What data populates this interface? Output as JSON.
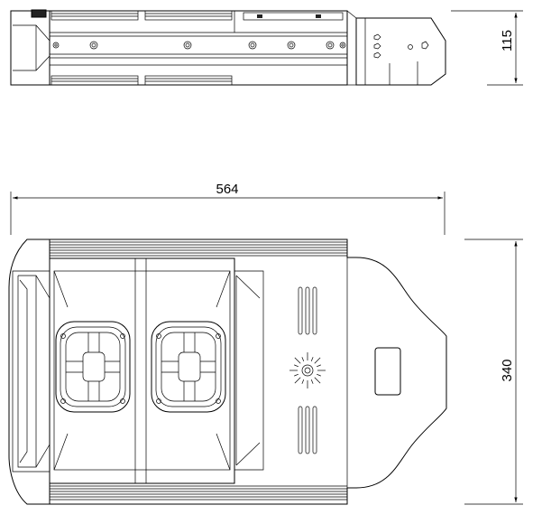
{
  "dimensions": {
    "length": "564",
    "height": "115",
    "width": "340"
  },
  "colors": {
    "line": "#000000",
    "background": "#ffffff"
  }
}
